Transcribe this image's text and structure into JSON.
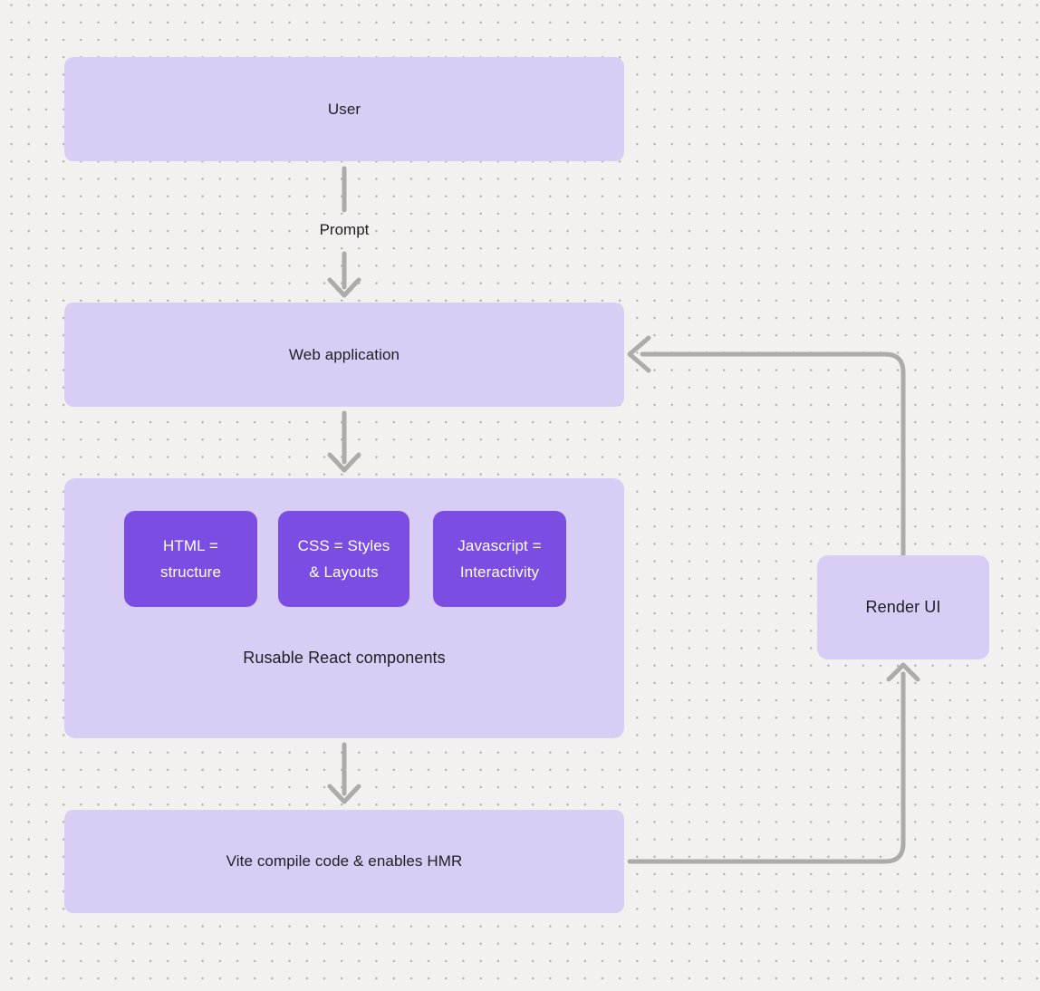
{
  "diagram": {
    "background_color": "#f2f1ef",
    "dot_color": "#b7b4b1",
    "node_fill_color": "#d8cdf4",
    "chip_fill_color": "#7c4de2",
    "connector_color": "#ababab",
    "text_color": "#1f1f23",
    "chip_text_color": "#ffffff"
  },
  "nodes": {
    "user": {
      "label": "User"
    },
    "web_application": {
      "label": "Web application"
    },
    "components_group": {
      "caption": "Rusable React components",
      "children": [
        {
          "label": "HTML = structure"
        },
        {
          "label": "CSS = Styles & Layouts"
        },
        {
          "label": "Javascript = Interactivity"
        }
      ]
    },
    "vite": {
      "label": "Vite compile code & enables HMR"
    },
    "render_ui": {
      "label": "Render UI"
    }
  },
  "edges": {
    "user_to_webapp": {
      "label": "Prompt"
    },
    "webapp_to_group": {
      "label": ""
    },
    "group_to_vite": {
      "label": ""
    },
    "vite_to_render_ui": {
      "label": ""
    },
    "render_ui_to_webapp": {
      "label": ""
    }
  }
}
